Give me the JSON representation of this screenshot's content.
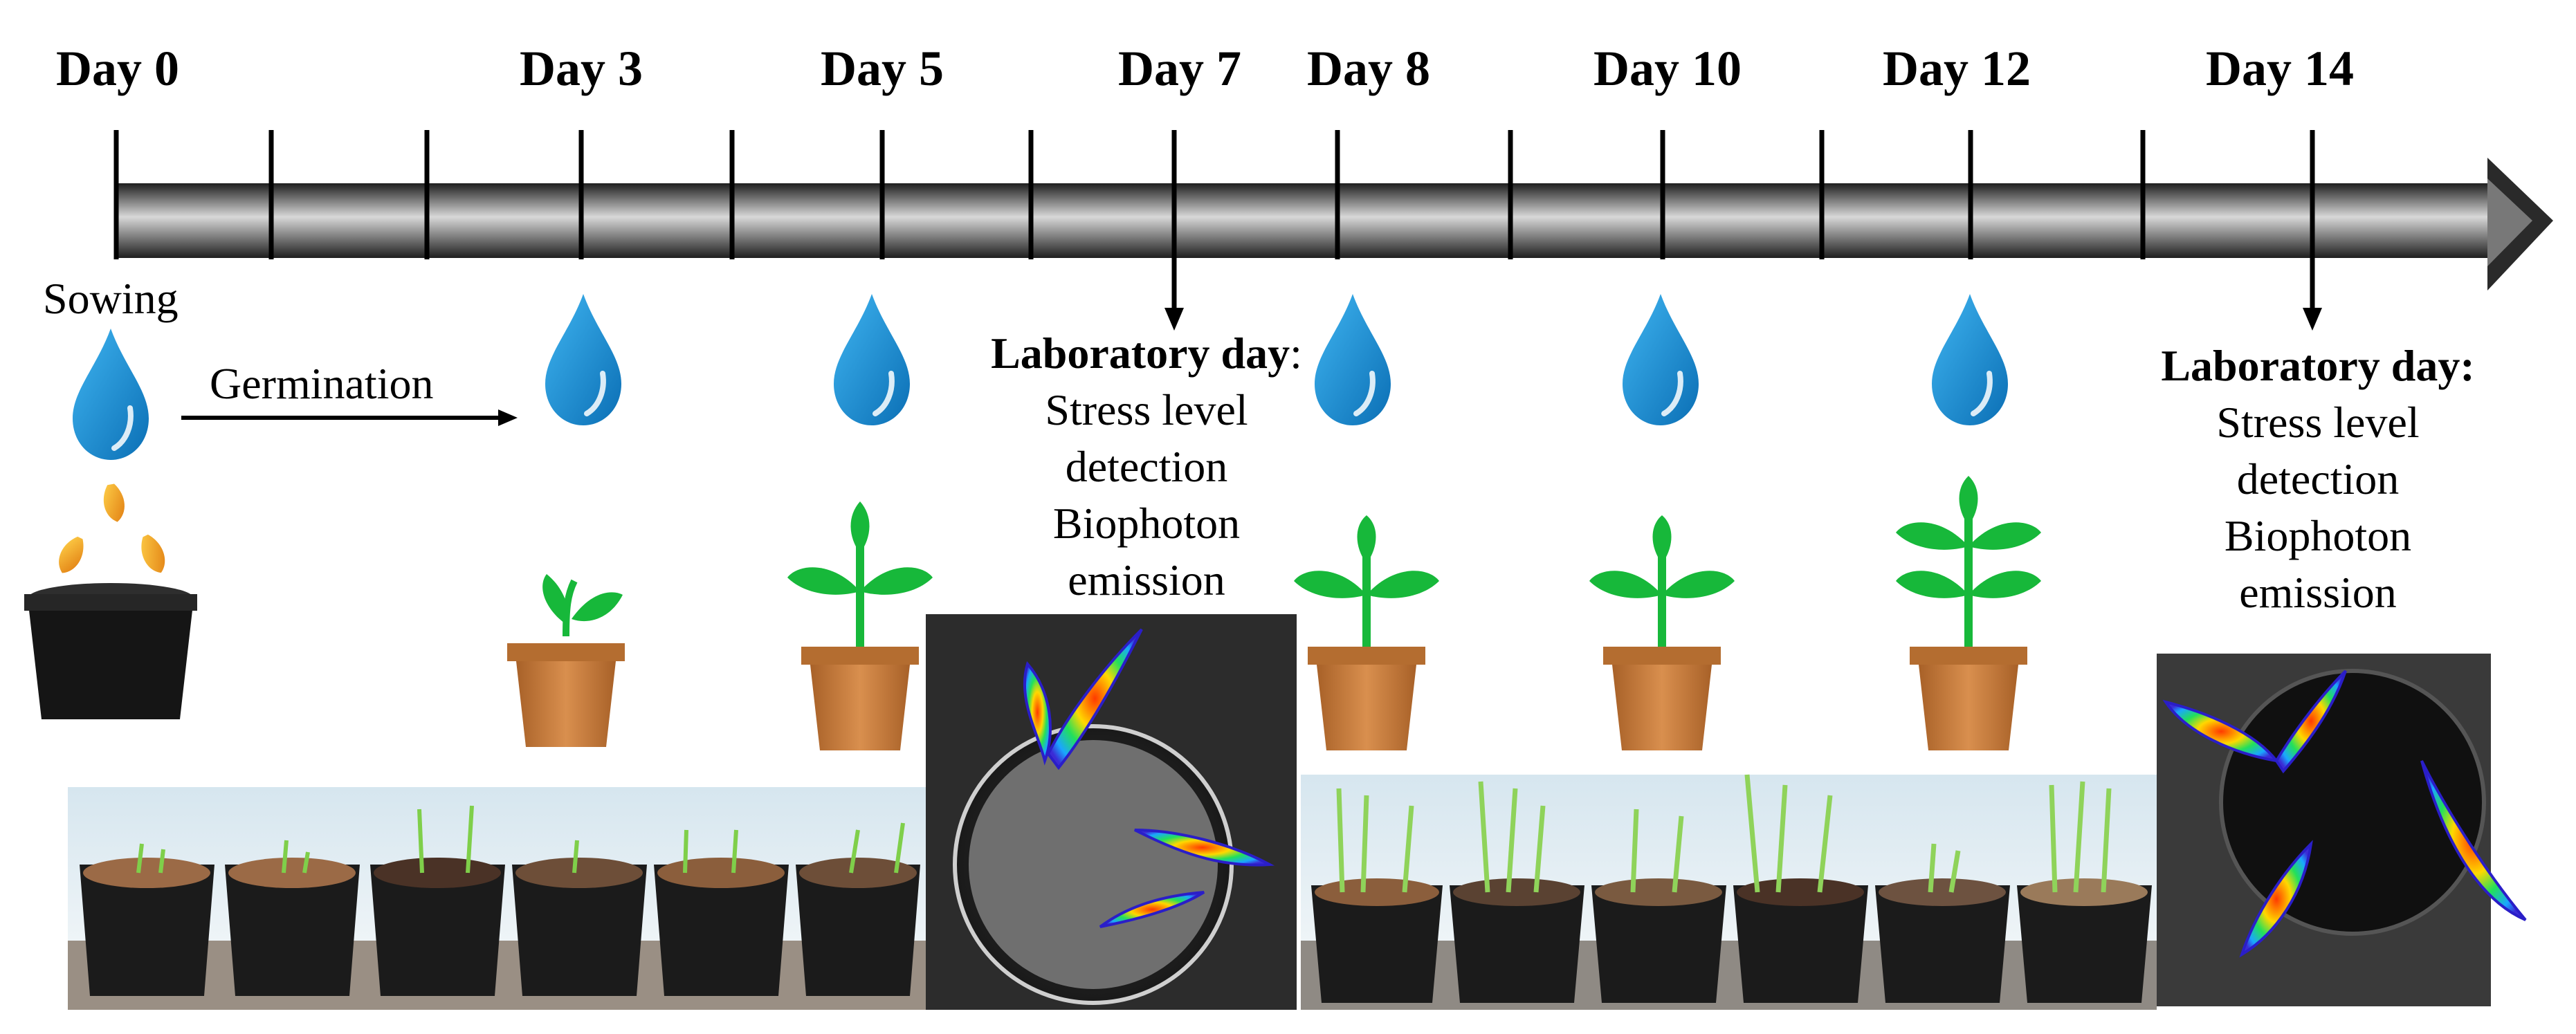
{
  "days": [
    {
      "label": "Day 0"
    },
    {
      "label": "Day 3"
    },
    {
      "label": "Day 5"
    },
    {
      "label": "Day 7"
    },
    {
      "label": "Day 8"
    },
    {
      "label": "Day 10"
    },
    {
      "label": "Day 12"
    },
    {
      "label": "Day 14"
    }
  ],
  "events": {
    "sowing": "Sowing",
    "germination": "Germination"
  },
  "lab_day_7": {
    "title": "Laboratory day",
    "colon": ":",
    "line1": "Stress level",
    "line2": "detection",
    "line3": "Biophoton",
    "line4": "emission"
  },
  "lab_day_14": {
    "title": "Laboratory day:",
    "line1": "Stress level",
    "line2": "detection",
    "line3": "Biophoton",
    "line4": "emission"
  },
  "colors": {
    "water": "#1a8ad4",
    "leaf": "#16b93a",
    "pot_clay": "#c8803f",
    "pot_black": "#1a1a1a",
    "arrow_dark": "#2a2a2a",
    "arrow_light": "#cfcfcf"
  },
  "icons": [
    "water-drop-icon",
    "seedling-pot-icon",
    "seed-icon",
    "black-pot-icon"
  ]
}
